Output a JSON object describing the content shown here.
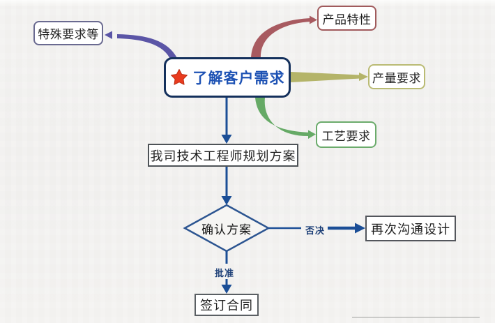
{
  "diagram": {
    "center": {
      "label": "了解客户需求",
      "icon": "star-icon",
      "border_color": "#14305c",
      "text_color": "#1d52b4",
      "star_color": "#e93b1e"
    },
    "branches": [
      {
        "label": "特殊要求等",
        "position": "top-left",
        "line_color": "#5b55a6",
        "border_color": "#6a6a90"
      },
      {
        "label": "产品特性",
        "position": "top-right",
        "line_color": "#a85a60",
        "border_color": "#a05a5c"
      },
      {
        "label": "产量要求",
        "position": "right",
        "line_color": "#b4b469",
        "border_color": "#babb74"
      },
      {
        "label": "工艺要求",
        "position": "bottom-right",
        "line_color": "#66aa66",
        "border_color": "#6bab6b"
      }
    ],
    "flow": {
      "plan_label": "我司技术工程师规划方案",
      "decision_label": "确认方案",
      "reject_label": "否决",
      "approve_label": "批准",
      "redesign_label": "再次沟通设计",
      "contract_label": "签订合同",
      "line_color": "#1b4e96",
      "diamond_border_color": "#2c5591",
      "box_border_color": "#4e5357"
    }
  }
}
